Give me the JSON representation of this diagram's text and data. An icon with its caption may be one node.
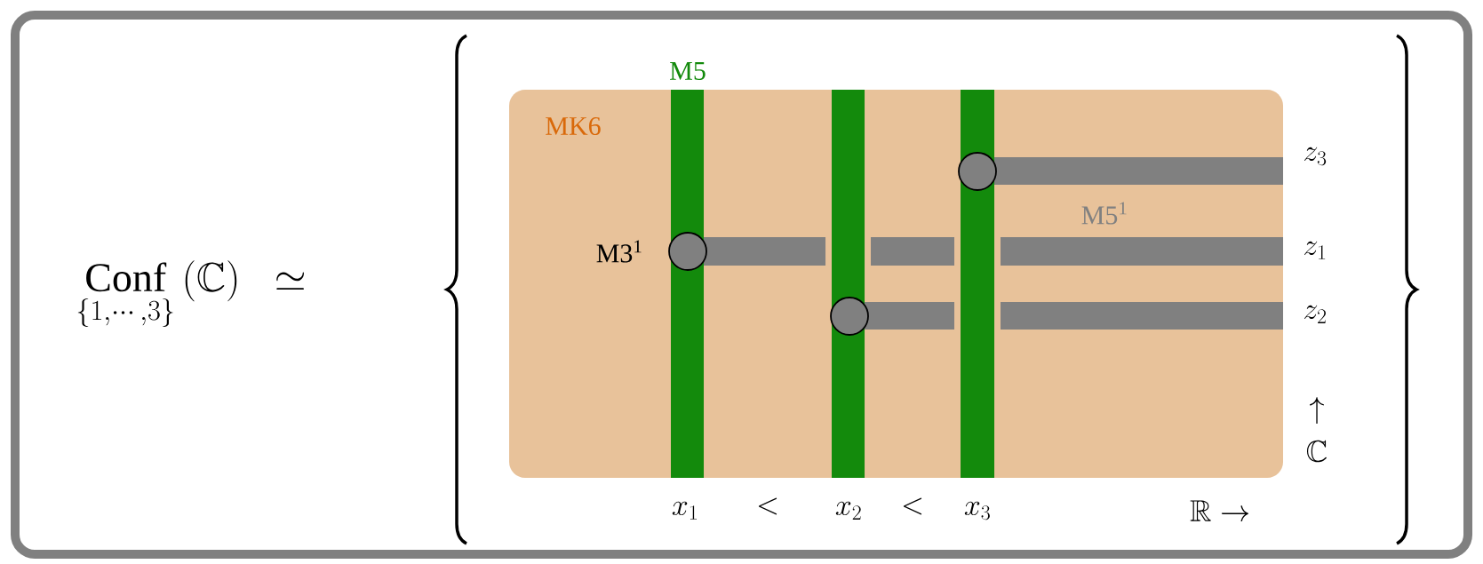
{
  "diagram": {
    "nodes": [
      {
        "text": [
          "MK6"
        ]
      },
      {
        "text": [
          "M5"
        ],
        "in": 0
      },
      {
        "text": [],
        "shape": "bar",
        "in": 0
      },
      {
        "text": [],
        "shape": "bar",
        "in": 0
      }
    ],
    "labels": [
      "\\underset{\\{1,\\cdots,3\\}}{\\mathrm{Conf}}\\left(\\mathbb{C}\\right)\\;\\;\\simeq",
      "M3$^{1}$",
      "M5$^{1}$",
      "z_3",
      "z_1",
      "z_2",
      "\\uparrow",
      "\\mathbb{C}",
      "x_1",
      "<",
      "x_2",
      "<",
      "x_3",
      "\\mathbb{R}\\rightarrow"
    ]
  }
}
